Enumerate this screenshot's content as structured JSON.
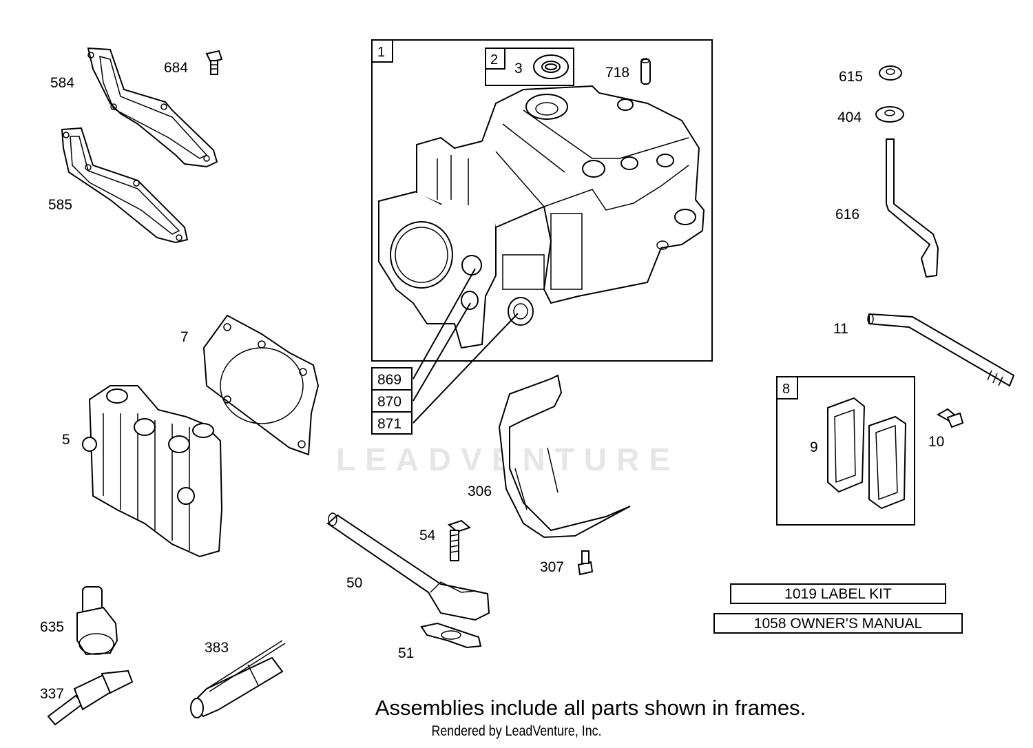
{
  "watermark": "LEADVENTURE",
  "callouts": {
    "p584": "584",
    "p684": "684",
    "p585": "585",
    "p1": "1",
    "p2": "2",
    "p3": "3",
    "p718": "718",
    "p615": "615",
    "p404": "404",
    "p616": "616",
    "p11": "11",
    "p7": "7",
    "p5": "5",
    "p869": "869",
    "p870": "870",
    "p871": "871",
    "p8": "8",
    "p9": "9",
    "p10": "10",
    "p306": "306",
    "p54": "54",
    "p307": "307",
    "p50": "50",
    "p51": "51",
    "p635": "635",
    "p383": "383",
    "p337": "337"
  },
  "notes": {
    "label_kit": "1019 LABEL KIT",
    "owners_manual": "1058 OWNER'S MANUAL"
  },
  "footer": {
    "assemblies_note": "Assemblies include all parts shown in frames.",
    "rendered_by": "Rendered by LeadVenture, Inc."
  }
}
